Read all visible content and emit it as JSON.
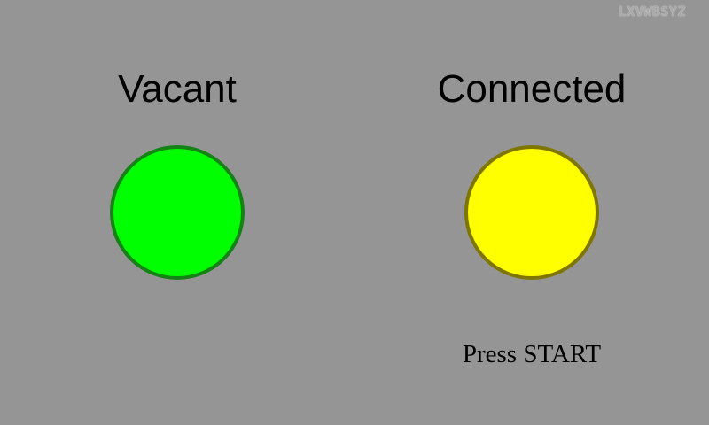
{
  "header": {
    "code": "LXVWBSYZ"
  },
  "left_panel": {
    "title": "Vacant",
    "indicator": {
      "fill": "#00ff00",
      "border": "#148214"
    }
  },
  "right_panel": {
    "title": "Connected",
    "indicator": {
      "fill": "#ffff00",
      "border": "#7e7600"
    },
    "hint": "Press START"
  }
}
